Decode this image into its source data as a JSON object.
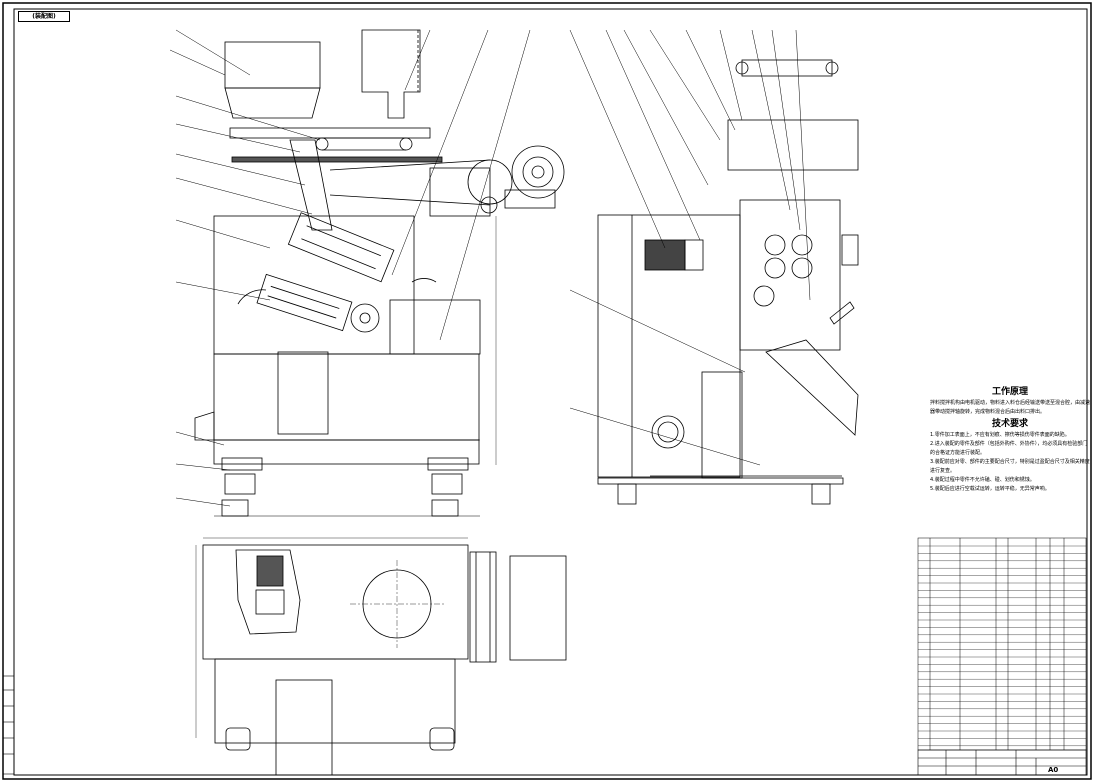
{
  "sheet_tag": "(装配图)",
  "principle": {
    "title": "工作原理",
    "body": "拌料搅拌机构由电机驱动，物料进入料仓后经输送带送至混合腔，由减速器带动搅拌轴旋转，完成物料混合后由出料口排出。"
  },
  "requirements": {
    "title": "技术要求",
    "items": [
      "1.零件加工表面上，不应有划痕、擦伤等损伤零件表面的缺陷。",
      "2.进入装配的零件及部件（包括外购件、外协件），均必须具有检验部门的合格证方能进行装配。",
      "3.装配前应对零、部件的主要配合尺寸，特别是过盈配合尺寸及相关精度进行复查。",
      "4.装配过程中零件不允许磕、碰、划伤和锈蚀。",
      "5.装配后应进行空载试运转，运转平稳，无异常声响。"
    ]
  },
  "title_block": {
    "scale_label": "A0"
  },
  "colors": {
    "line": "#000000",
    "paper": "#ffffff"
  }
}
